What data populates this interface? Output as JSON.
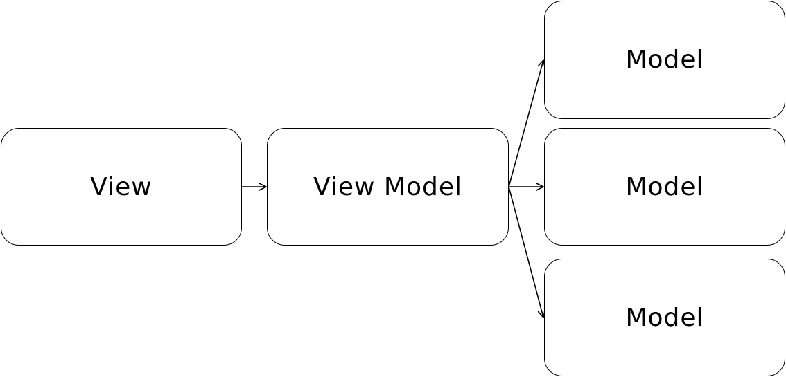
{
  "diagram": {
    "nodes": [
      {
        "id": "view",
        "label": "View"
      },
      {
        "id": "viewmodel",
        "label": "View Model"
      },
      {
        "id": "model1",
        "label": "Model"
      },
      {
        "id": "model2",
        "label": "Model"
      },
      {
        "id": "model3",
        "label": "Model"
      }
    ],
    "edges": [
      {
        "from": "view",
        "to": "viewmodel"
      },
      {
        "from": "viewmodel",
        "to": "model1"
      },
      {
        "from": "viewmodel",
        "to": "model2"
      },
      {
        "from": "viewmodel",
        "to": "model3"
      }
    ],
    "colors": {
      "stroke": "#000000",
      "fill": "#ffffff",
      "text": "#000000"
    }
  }
}
